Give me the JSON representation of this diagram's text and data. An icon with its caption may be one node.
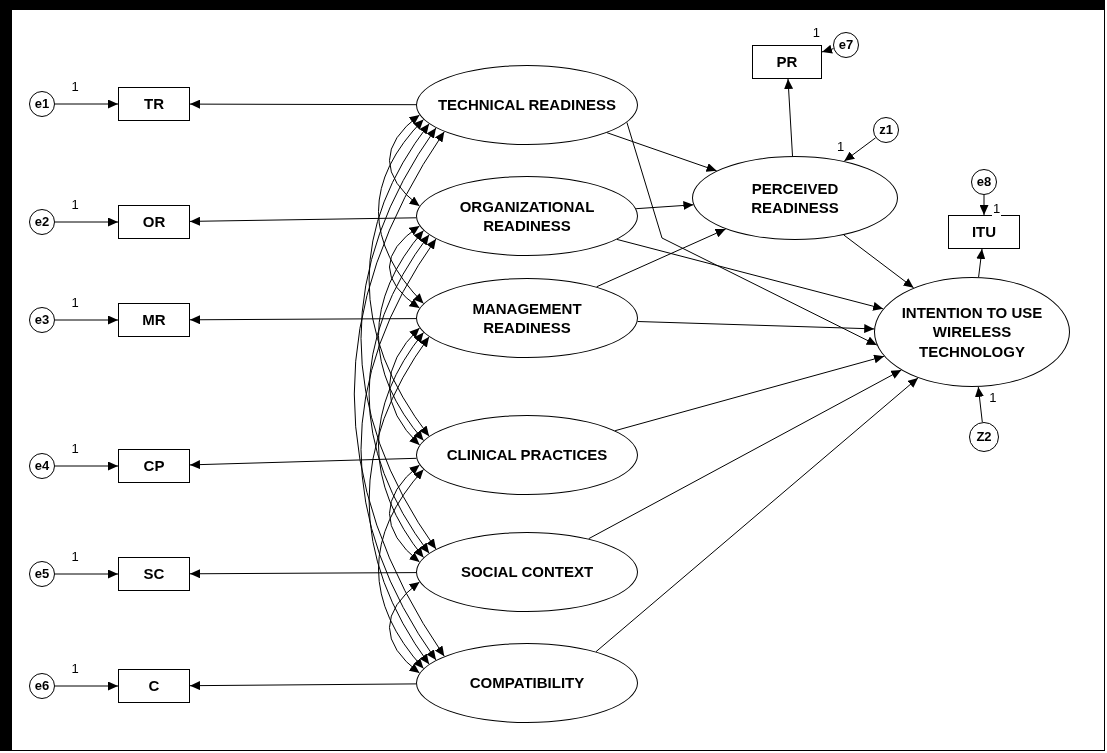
{
  "diagram": {
    "nodes": [
      {
        "text": [
          "e1"
        ]
      },
      {
        "text": [
          "TR"
        ]
      },
      {
        "text": [
          "TECHNICAL READINESS"
        ]
      },
      {
        "text": [
          "PR"
        ]
      },
      {
        "text": [
          "e7"
        ]
      },
      {
        "text": [
          "z1"
        ]
      },
      {
        "text": [
          "e2"
        ]
      },
      {
        "text": [
          "OR"
        ]
      },
      {
        "text": [
          "ORGANIZATIONAL READINESS"
        ]
      },
      {
        "text": [
          "PERCEIVED READINESS"
        ]
      },
      {
        "text": [
          "e8"
        ]
      },
      {
        "text": [
          "ITU"
        ]
      },
      {
        "text": [
          "e3"
        ]
      },
      {
        "text": [
          "MR"
        ]
      },
      {
        "text": [
          "MANAGEMENT READINESS"
        ]
      },
      {
        "text": [
          "INTENTION TO USE WIRELESS TECHNOLOGY"
        ]
      },
      {
        "text": [
          "e4"
        ]
      },
      {
        "text": [
          "CP"
        ]
      },
      {
        "text": [
          "CLINICAL PRACTICES"
        ]
      },
      {
        "text": [
          "Z2"
        ]
      },
      {
        "text": [
          "e5"
        ]
      },
      {
        "text": [
          "SC"
        ]
      },
      {
        "text": [
          "SOCIAL CONTEXT"
        ]
      },
      {
        "text": [
          "e6"
        ]
      },
      {
        "text": [
          "C"
        ]
      },
      {
        "text": [
          "COMPATIBILITY"
        ]
      }
    ],
    "edges": [
      {
        "from": 0,
        "to": 1,
        "arrow": "to",
        "label": "1"
      },
      {
        "from": 6,
        "to": 7,
        "arrow": "to",
        "label": "1"
      },
      {
        "from": 12,
        "to": 13,
        "arrow": "to",
        "label": "1"
      },
      {
        "from": 16,
        "to": 17,
        "arrow": "to",
        "label": "1"
      },
      {
        "from": 20,
        "to": 21,
        "arrow": "to",
        "label": "1"
      },
      {
        "from": 23,
        "to": 24,
        "arrow": "to",
        "label": "1"
      },
      {
        "from": 2,
        "to": 1,
        "arrow": "to"
      },
      {
        "from": 8,
        "to": 7,
        "arrow": "to"
      },
      {
        "from": 14,
        "to": 13,
        "arrow": "to"
      },
      {
        "from": 18,
        "to": 17,
        "arrow": "to"
      },
      {
        "from": 22,
        "to": 21,
        "arrow": "to"
      },
      {
        "from": 25,
        "to": 24,
        "arrow": "to"
      },
      {
        "from": 2,
        "to": 8,
        "arrow": "both"
      },
      {
        "from": 2,
        "to": 14,
        "arrow": "both"
      },
      {
        "from": 2,
        "to": 18,
        "arrow": "both"
      },
      {
        "from": 2,
        "to": 22,
        "arrow": "both"
      },
      {
        "from": 2,
        "to": 25,
        "arrow": "both"
      },
      {
        "from": 8,
        "to": 14,
        "arrow": "both"
      },
      {
        "from": 8,
        "to": 18,
        "arrow": "both"
      },
      {
        "from": 8,
        "to": 22,
        "arrow": "both"
      },
      {
        "from": 8,
        "to": 25,
        "arrow": "both"
      },
      {
        "from": 14,
        "to": 18,
        "arrow": "both"
      },
      {
        "from": 14,
        "to": 22,
        "arrow": "both"
      },
      {
        "from": 14,
        "to": 25,
        "arrow": "both"
      },
      {
        "from": 18,
        "to": 22,
        "arrow": "both"
      },
      {
        "from": 18,
        "to": 25,
        "arrow": "both"
      },
      {
        "from": 22,
        "to": 25,
        "arrow": "both"
      },
      {
        "from": 2,
        "to": 9,
        "arrow": "to"
      },
      {
        "from": 8,
        "to": 9,
        "arrow": "to"
      },
      {
        "from": 14,
        "to": 9,
        "arrow": "to"
      },
      {
        "from": 2,
        "to": 15,
        "arrow": "to"
      },
      {
        "from": 8,
        "to": 15,
        "arrow": "to"
      },
      {
        "from": 14,
        "to": 15,
        "arrow": "to"
      },
      {
        "from": 18,
        "to": 15,
        "arrow": "to"
      },
      {
        "from": 22,
        "to": 15,
        "arrow": "to"
      },
      {
        "from": 25,
        "to": 15,
        "arrow": "to"
      },
      {
        "from": 9,
        "to": 15,
        "arrow": "to"
      },
      {
        "from": 9,
        "to": 3,
        "arrow": "to"
      },
      {
        "from": 4,
        "to": 3,
        "arrow": "to",
        "label": "1"
      },
      {
        "from": 5,
        "to": 9,
        "arrow": "to",
        "label": "1"
      },
      {
        "from": 15,
        "to": 11,
        "arrow": "to"
      },
      {
        "from": 10,
        "to": 11,
        "arrow": "to",
        "label": "1"
      },
      {
        "from": 19,
        "to": 15,
        "arrow": "to",
        "label": "1"
      }
    ]
  }
}
